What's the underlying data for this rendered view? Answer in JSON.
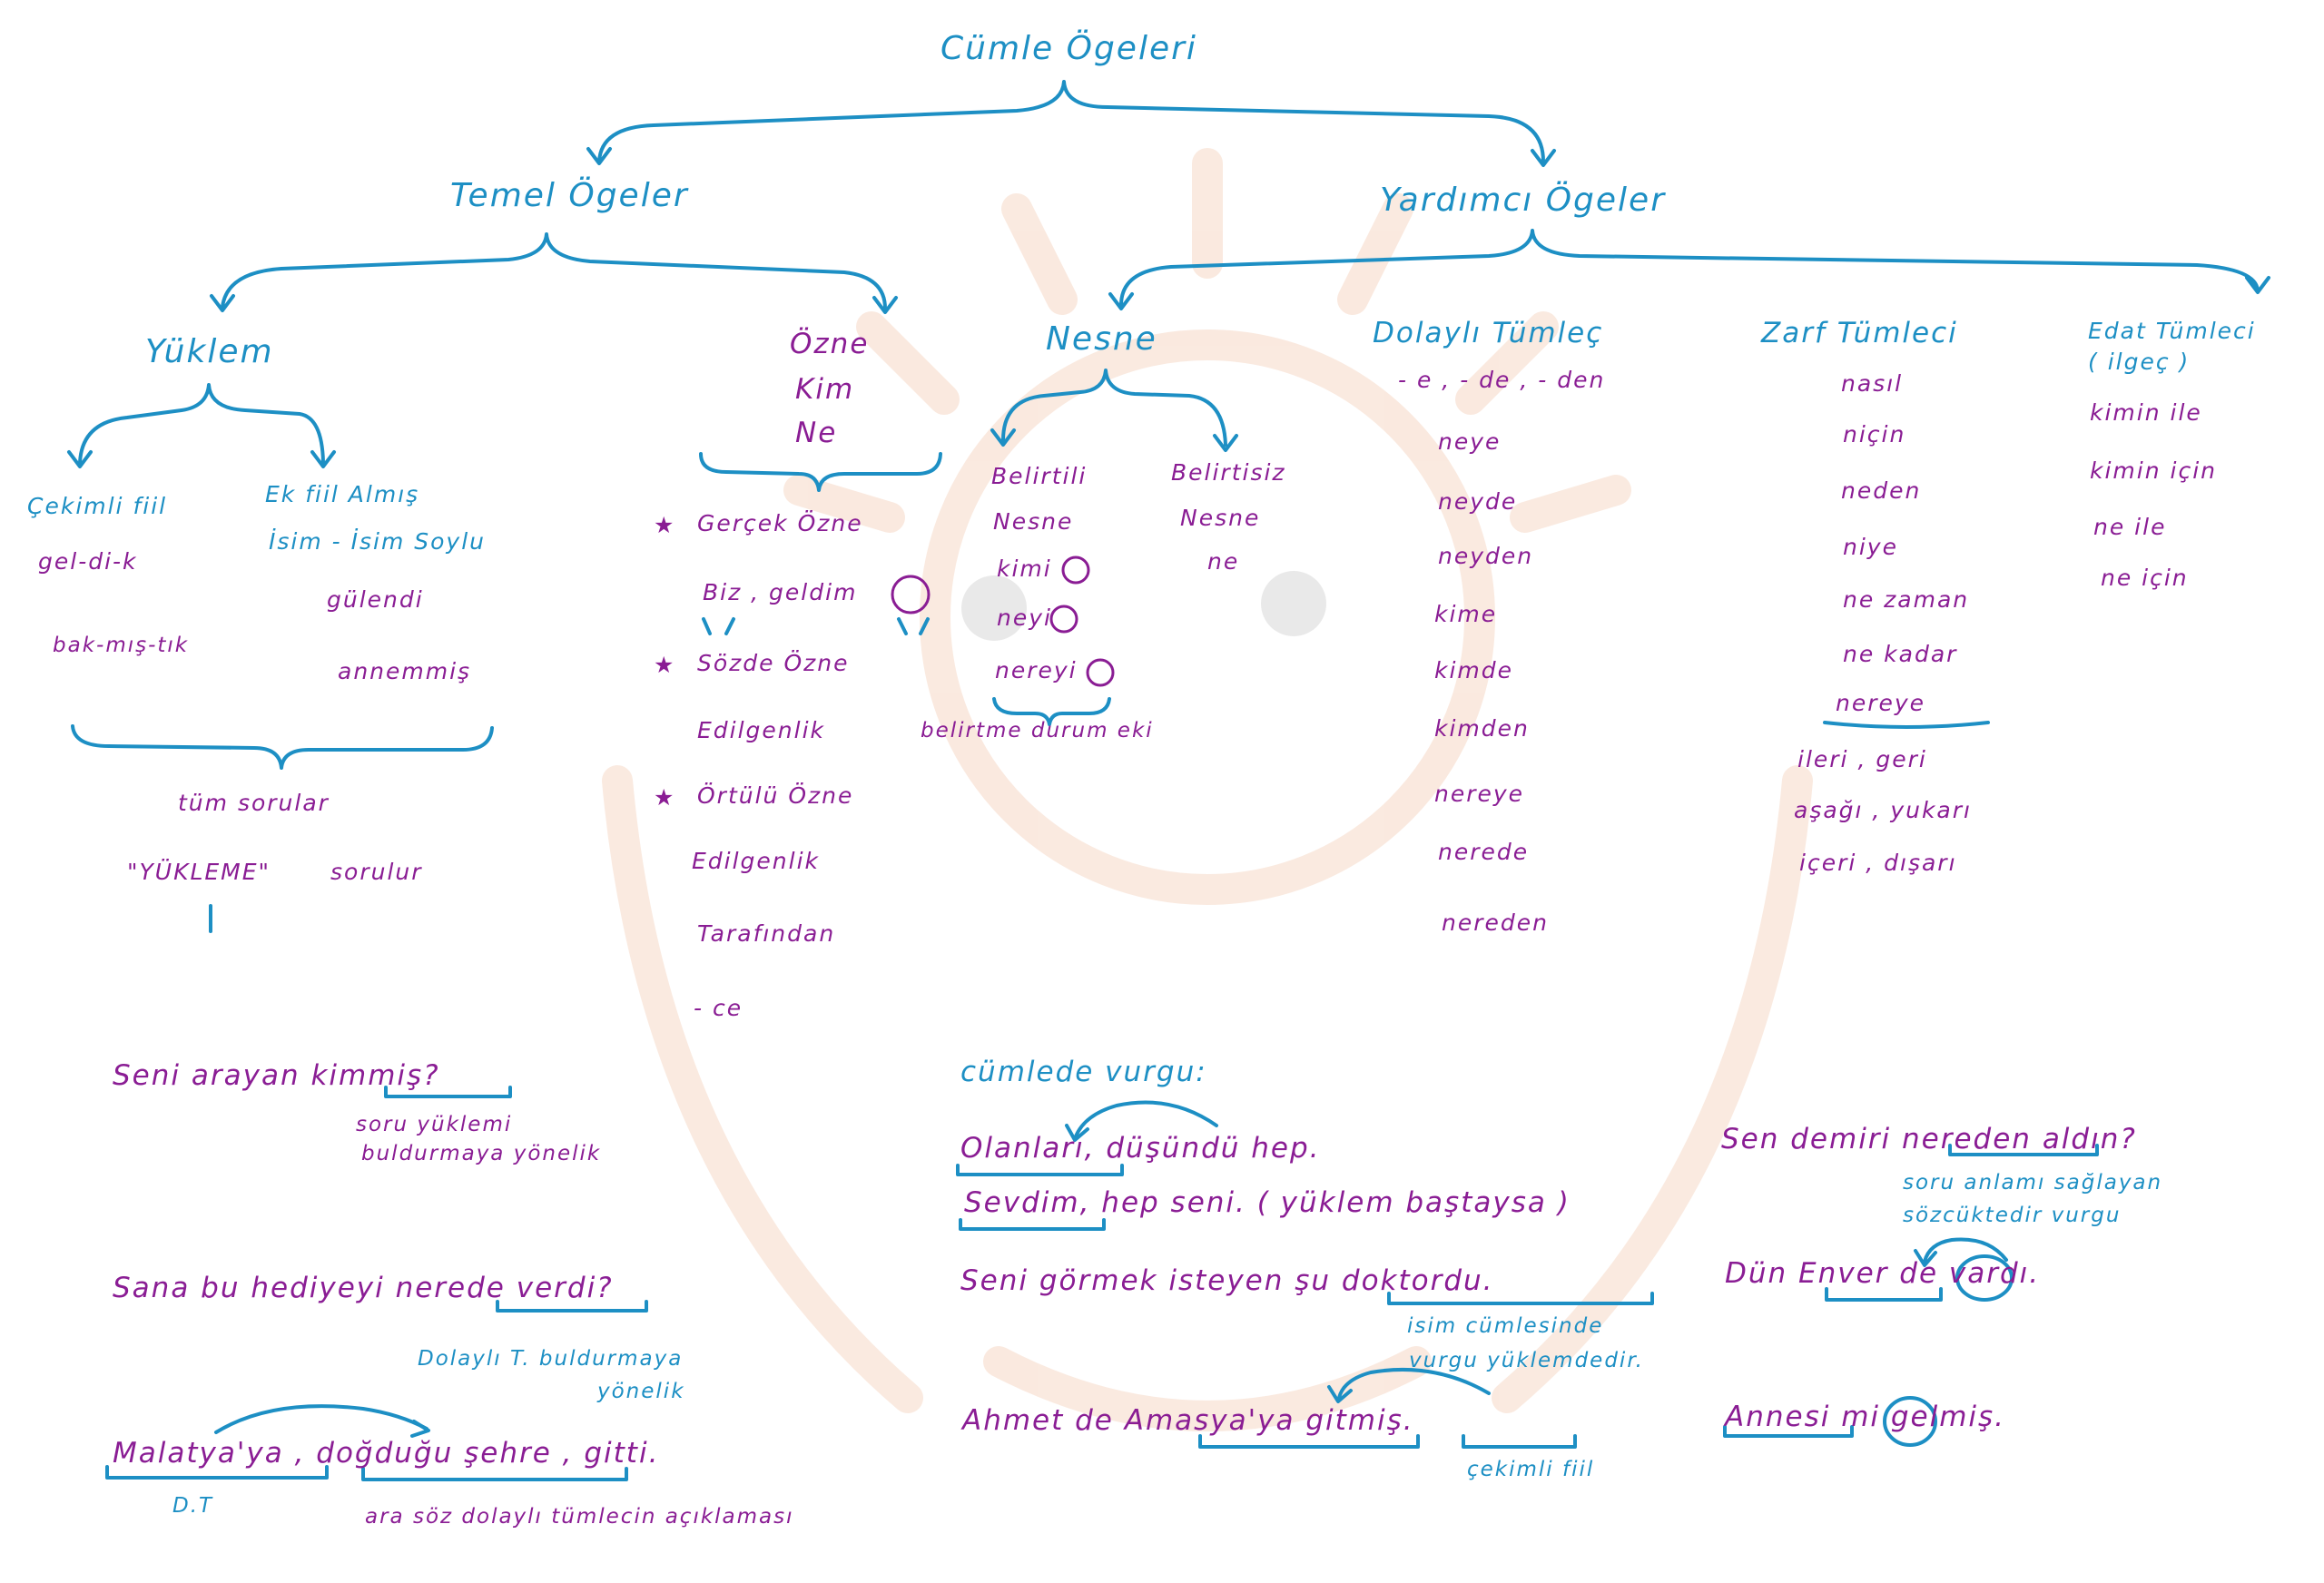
{
  "colors": {
    "tree": "#1d8fc4",
    "examples": "#8a1d94",
    "watermark": "#f6d8c6"
  },
  "title": "Cümle Ögeleri",
  "branches": {
    "temel": "Temel Ögeler",
    "yardimci": "Yardımcı Ögeler"
  },
  "yuklem": {
    "title": "Yüklem",
    "cekimli_fiil": "Çekimli fiil",
    "ek_fiil": "Ek fiil Almış",
    "isim_soylu": "İsim - İsim Soylu",
    "ex1": "gel-di-k",
    "ex2": "bak-mış-tık",
    "ex3": "gülendi",
    "ex4": "annemmiş",
    "tum_sorular": "tüm sorular",
    "soruluyor_quote": "\"YÜKLEME\"",
    "soruluyor": "sorulur"
  },
  "ozne": {
    "title": "Özne",
    "kim": "Kim",
    "ne": "Ne",
    "gercek": "Gerçek Özne",
    "gercek_ex": "Biz , geldim",
    "sozde": "Sözde Özne",
    "edilgenlik1": "Edilgenlik",
    "ortulu": "Örtülü Özne",
    "edilgenlik2": "Edilgenlik",
    "tarafindan": "Tarafından",
    "ce": "- ce"
  },
  "nesne": {
    "title": "Nesne",
    "belirtili": "Belirtili",
    "belirtili_nesne": "Nesne",
    "belirtisiz": "Belirtisiz",
    "belirtisiz_nesne": "Nesne",
    "kimi": "kimi",
    "neyi": "neyi",
    "nereyi": "nereyi",
    "ne": "ne",
    "hal_eki": "belirtme durum eki"
  },
  "dolayli": {
    "title": "Dolaylı Tümleç",
    "ekler": "- e , - de , - den",
    "items": [
      "neye",
      "neyde",
      "neyden",
      "kime",
      "kimde",
      "kimden",
      "nereye",
      "nerede",
      "nereden"
    ]
  },
  "zarf": {
    "title": "Zarf Tümleci",
    "items": [
      "nasıl",
      "niçin",
      "neden",
      "niye",
      "ne zaman",
      "ne kadar",
      "nereye",
      "ileri , geri",
      "aşağı , yukarı",
      "içeri , dışarı"
    ]
  },
  "edat": {
    "title": "Edat Tümleci",
    "subtitle": "( ilgeç )",
    "items": [
      "kimin ile",
      "kimin için",
      "ne ile",
      "ne için"
    ]
  },
  "examples": {
    "ex1": "Seni arayan kimmiş?",
    "ex1_note1": "soru yüklemi",
    "ex1_note2": "buldurmaya yönelik",
    "ex2": "Sana bu hediyeyi nerede verdi?",
    "ex2_note1": "Dolaylı T. buldurmaya",
    "ex2_note2": "yönelik",
    "ex3": "Malatya'ya , doğduğu şehre , gitti.",
    "ex3_dt": "D.T",
    "ex3_note": "ara söz dolaylı tümlecin açıklaması",
    "vurgu_title": "cümlede vurgu:",
    "v1": "Olanları, düşündü hep.",
    "v2": "Sevdim, hep seni. ( yüklem baştaysa )",
    "v3": "Seni görmek isteyen şu doktordu.",
    "v3_note1": "isim cümlesinde",
    "v3_note2": "vurgu yüklemdedir.",
    "v4": "Ahmet de Amasya'ya gitmiş.",
    "v4_note": "çekimli fiil",
    "r1": "Sen demiri nereden aldın?",
    "r1_note1": "soru anlamı sağlayan",
    "r1_note2": "sözcüktedir vurgu",
    "r2": "Dün Enver de vardı.",
    "r3": "Annesi mi gelmiş."
  }
}
